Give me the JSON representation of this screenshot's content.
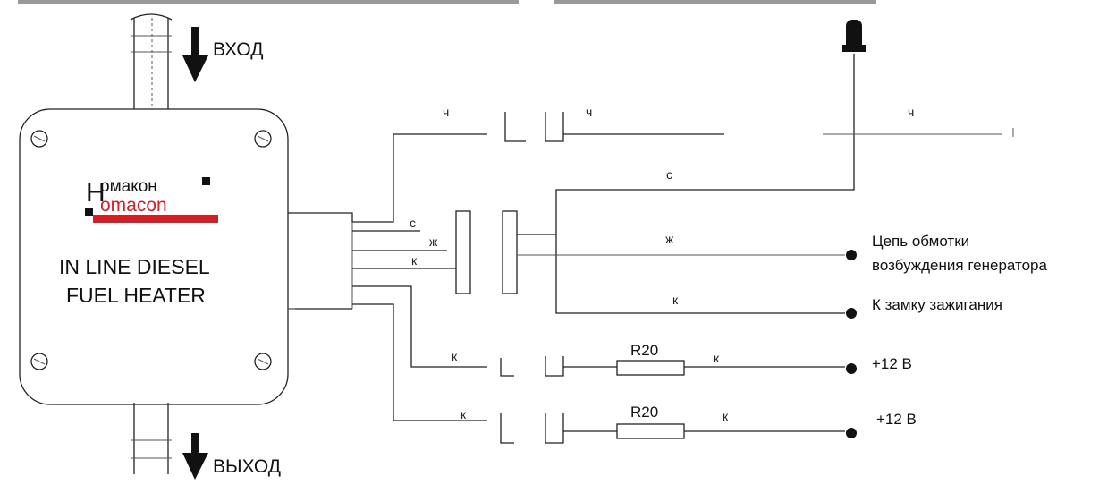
{
  "flow": {
    "in": "ВХОД",
    "out": "ВЫХОД"
  },
  "device": {
    "logo_cyr": "омакон",
    "logo_lat": "omacon",
    "logo_letter": "Н",
    "line1": "IN LINE DIESEL",
    "line2": "FUEL HEATER"
  },
  "wire_labels": {
    "top_left": "ч",
    "top_mid": "ч",
    "top_right": "ч",
    "c_left": "с",
    "c_right": "с",
    "zh_left": "ж",
    "zh_right": "ж",
    "k_left": "к",
    "k_right": "к",
    "k_r1_left": "к",
    "k_r1_right": "к",
    "k_r2_left": "к",
    "k_r2_right": "к"
  },
  "resistors": {
    "r1": "R20",
    "r2": "R20"
  },
  "terminals": {
    "gen1": "Цепь обмотки",
    "gen2": "возбуждения генератора",
    "ign": "К замку зажигания",
    "p12_1": "+12 В",
    "p12_2": "+12 В"
  },
  "colors": {
    "logo_red": "#d21f26",
    "line": "#222222"
  }
}
